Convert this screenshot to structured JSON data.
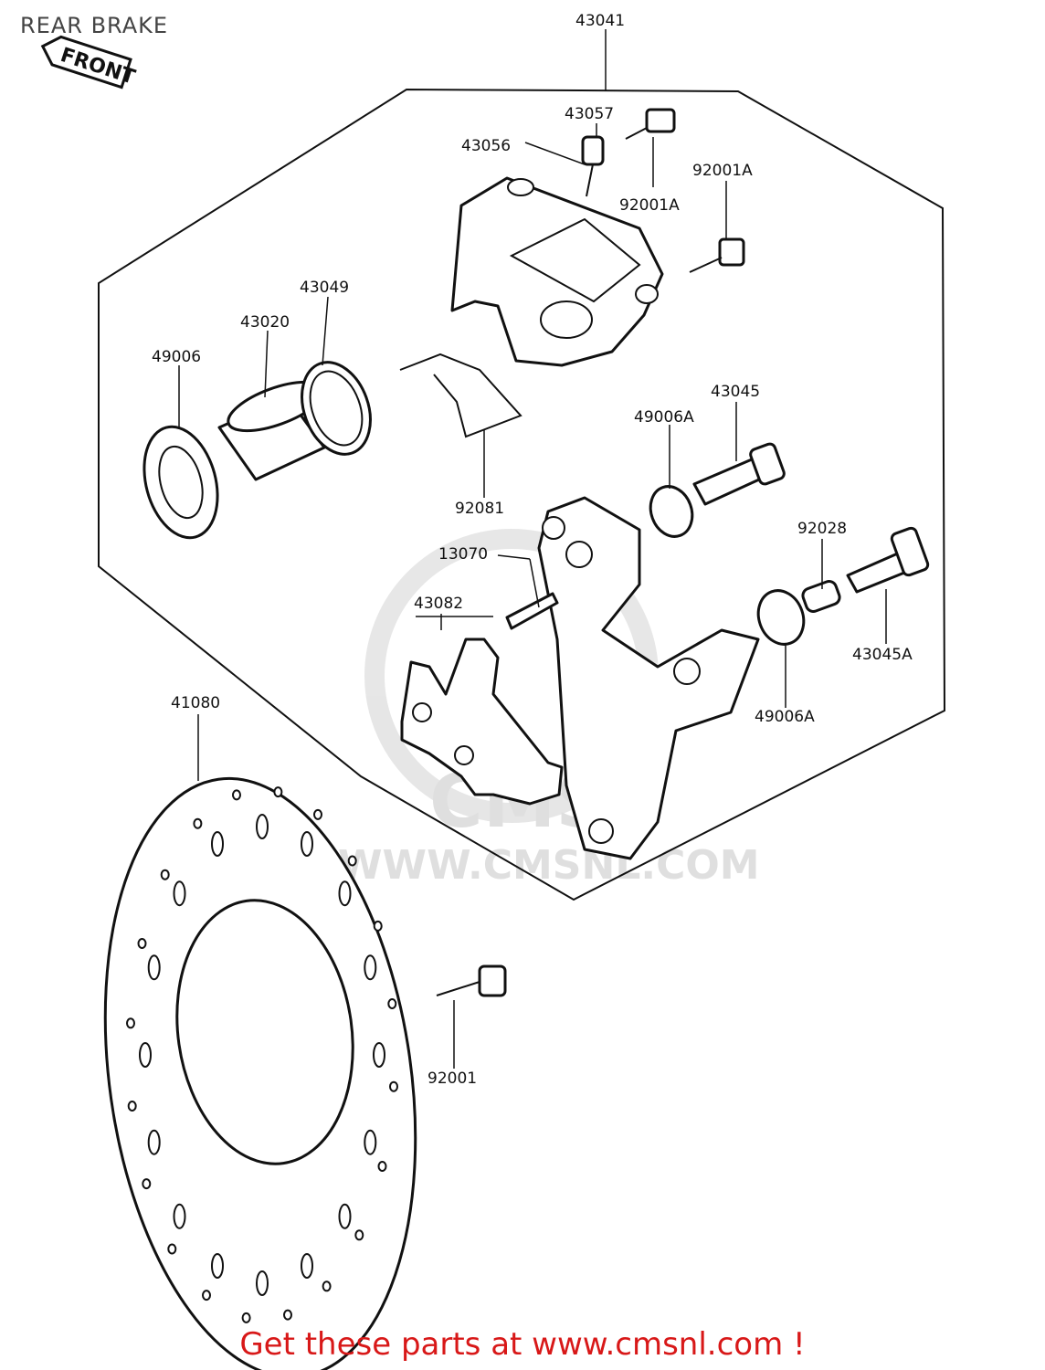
{
  "header": {
    "title": "REAR BRAKE"
  },
  "badge": {
    "front_label": "FRONT"
  },
  "watermark": {
    "logo_text": "CMS",
    "url_text": "WWW.CMSNL.COM"
  },
  "footer": {
    "cta_text": "Get these parts at www.cmsnl.com !"
  },
  "parts": {
    "p43041": "43041",
    "p43057": "43057",
    "p43056": "43056",
    "p92001A_a": "92001A",
    "p92001A_b": "92001A",
    "p43049": "43049",
    "p43020": "43020",
    "p49006": "49006",
    "p43045": "43045",
    "p49006A_a": "49006A",
    "p92081": "92081",
    "p92028": "92028",
    "p13070": "13070",
    "p43082": "43082",
    "p43045A": "43045A",
    "p49006A_b": "49006A",
    "p41080": "41080",
    "p92001": "92001"
  }
}
